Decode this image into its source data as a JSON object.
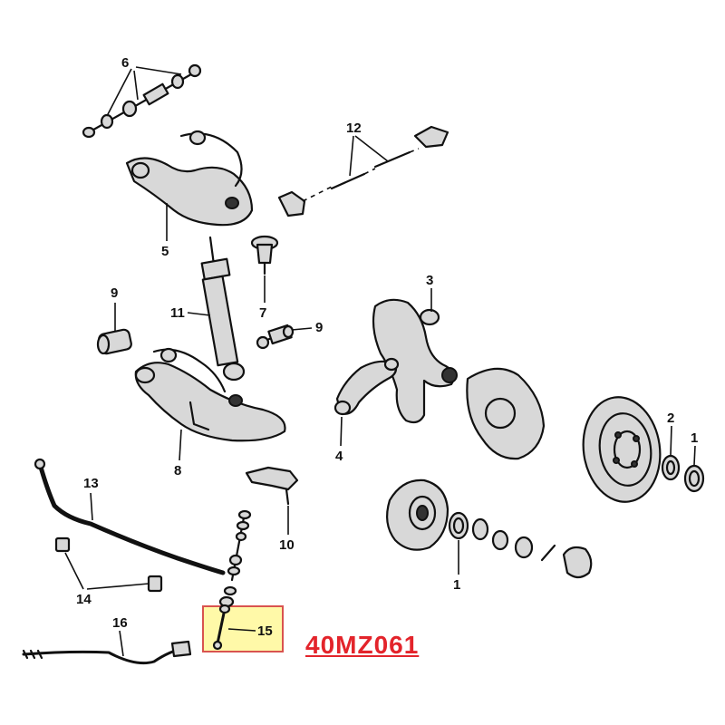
{
  "labels": {
    "p1a": "1",
    "p1b": "1",
    "p2": "2",
    "p3": "3",
    "p4": "4",
    "p5": "5",
    "p6": "6",
    "p7": "7",
    "p8": "8",
    "p9a": "9",
    "p9b": "9",
    "p10": "10",
    "p11": "11",
    "p12": "12",
    "p13": "13",
    "p14": "14",
    "p15": "15",
    "p16": "16"
  },
  "catalog_code": "40MZ061",
  "highlight_color": "#fff9a8",
  "highlight_border": "#d9534f",
  "code_color": "#e3242b"
}
